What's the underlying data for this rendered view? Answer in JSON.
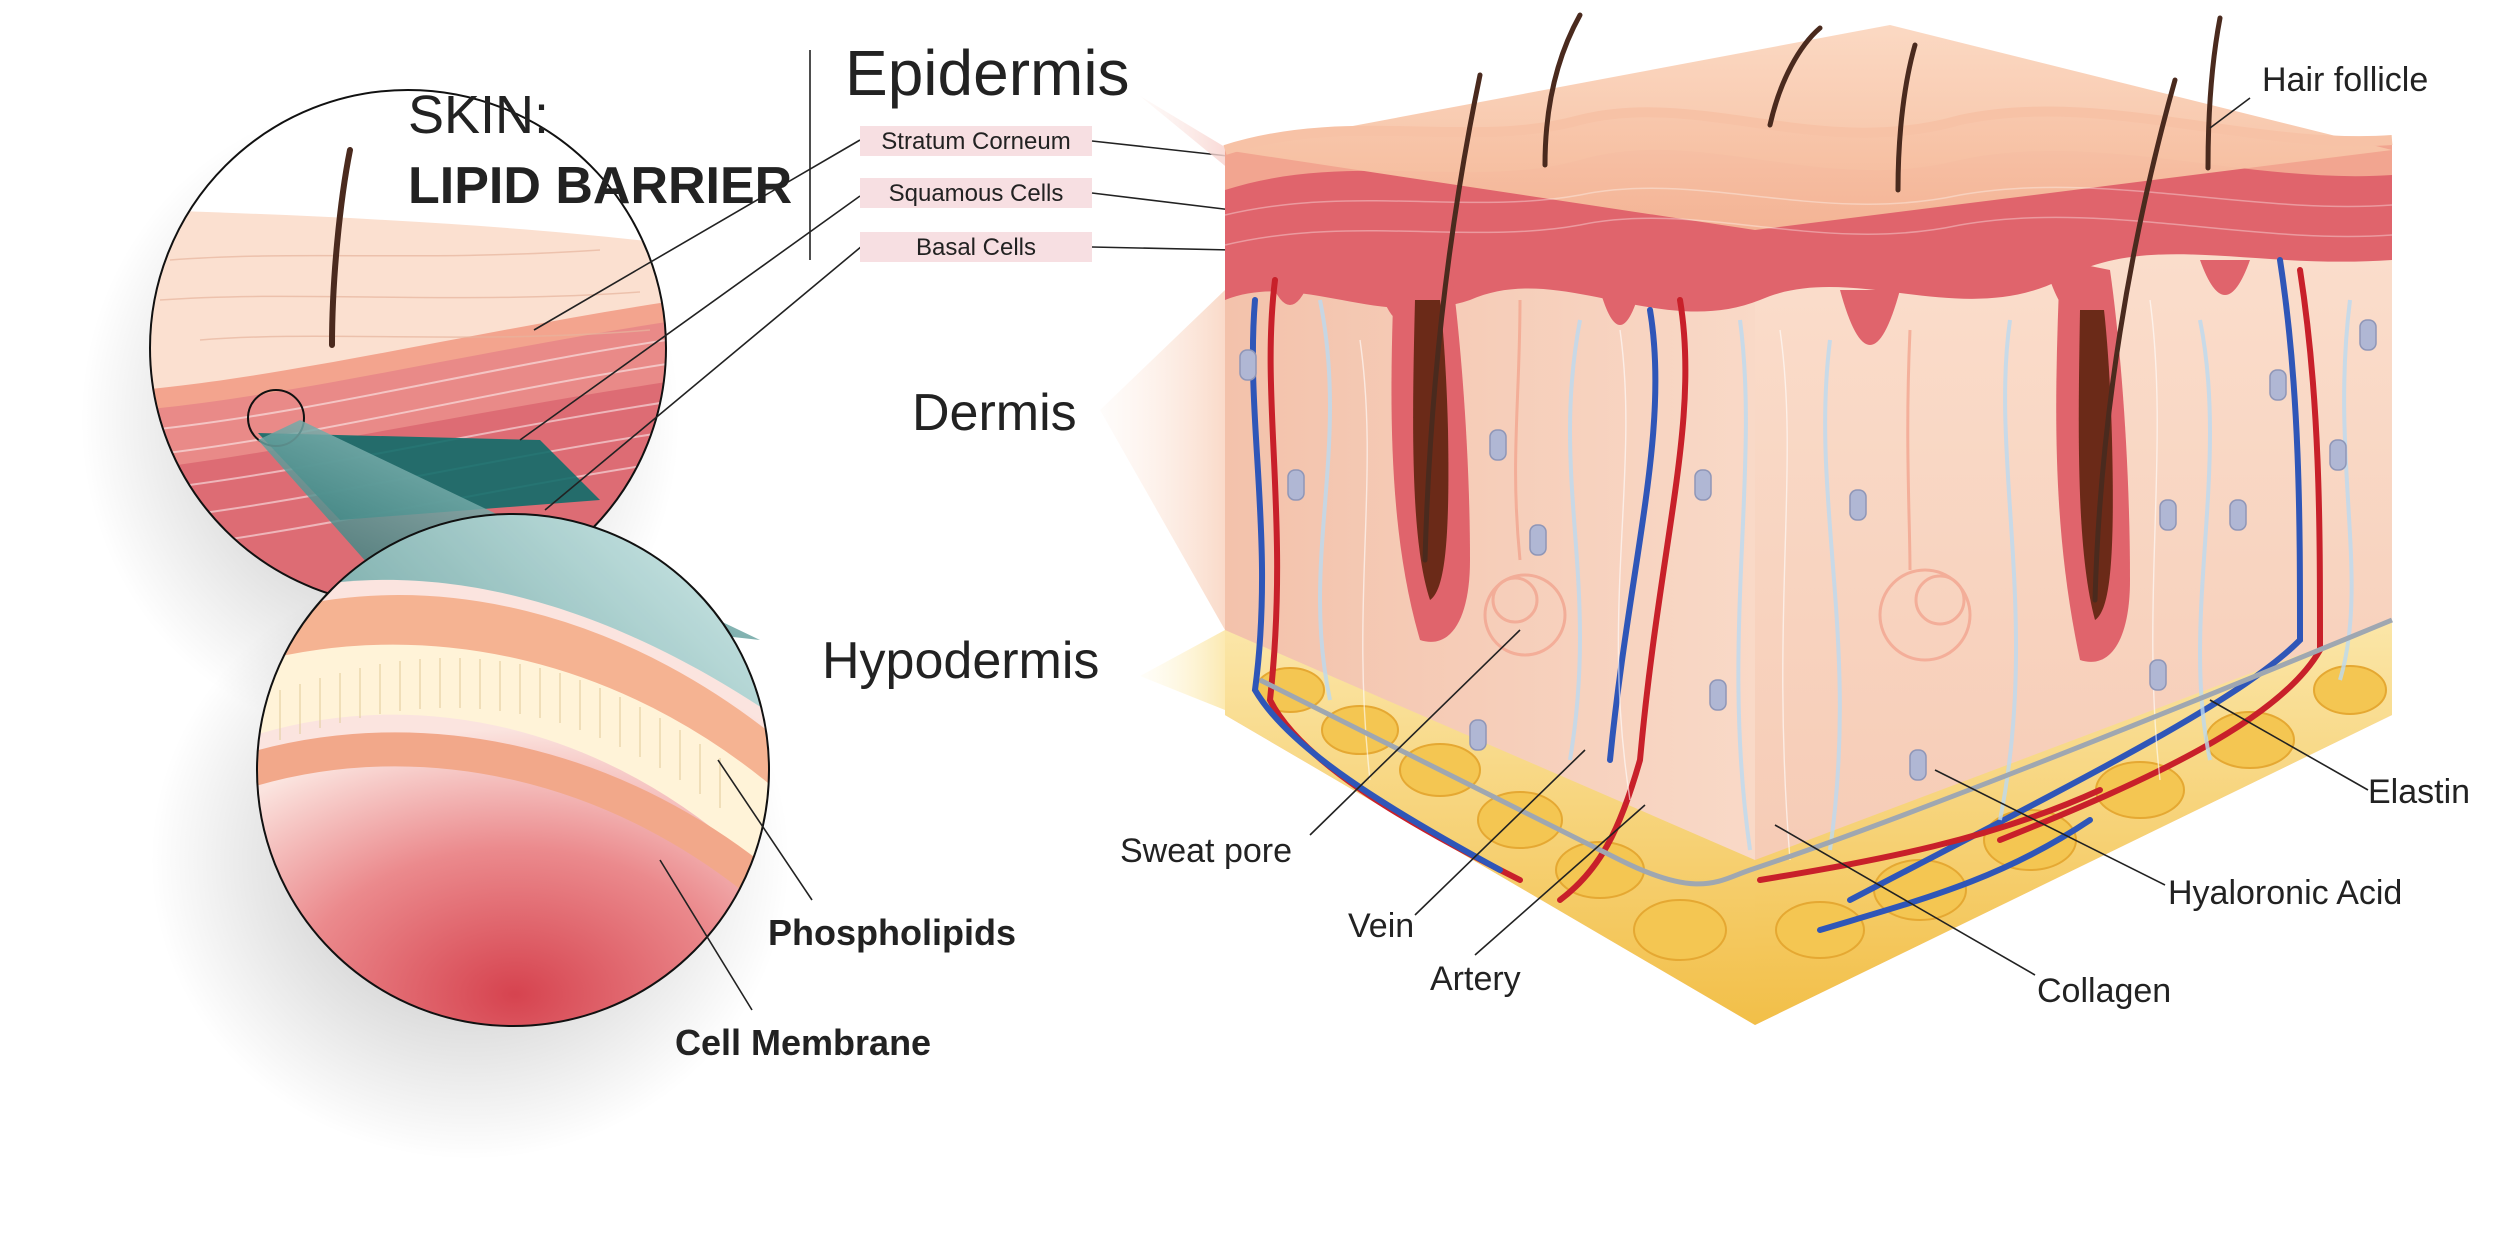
{
  "title": {
    "line1": "SKIN:",
    "line2": "LIPID BARRIER"
  },
  "layers": {
    "epidermis": "Epidermis",
    "dermis": "Dermis",
    "hypodermis": "Hypodermis"
  },
  "epidermis_sublayers": [
    "Stratum Corneum",
    "Squamous Cells",
    "Basal Cells"
  ],
  "callouts": {
    "hair_follicle": "Hair follicle",
    "elastin": "Elastin",
    "hyaloronic_acid": "Hyaloronic Acid",
    "collagen": "Collagen",
    "artery": "Artery",
    "vein": "Vein",
    "sweat_pore": "Sweat pore",
    "phospholipids": "Phospholipids",
    "cell_membrane": "Cell Membrane"
  },
  "colors": {
    "accent_teal": "#0f6d6a",
    "epidermis_red": "#d9606a",
    "skin_peach": "#f6cdb6",
    "fat_yellow": "#f3c34e",
    "artery_red": "#c8202a",
    "vein_blue": "#2f56b8",
    "label_bg": "#f7dfe2"
  }
}
